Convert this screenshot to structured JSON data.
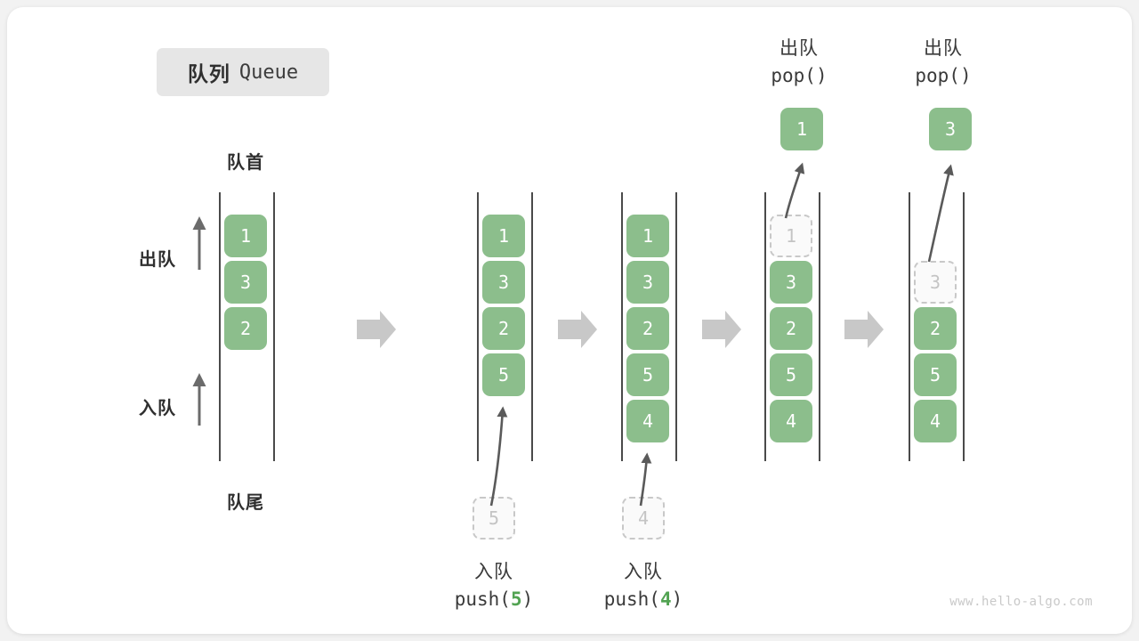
{
  "title": {
    "cn": "队列",
    "en": "Queue"
  },
  "labels": {
    "head": "队首",
    "tail": "队尾",
    "dequeue": "出队",
    "enqueue": "入队"
  },
  "colors": {
    "cell_green": "#8cbe8c",
    "ghost_border": "#c8c8c8",
    "ghost_text": "#c4c4c4",
    "rail": "#4a4a4a",
    "arrow_gray": "#c8c8c8",
    "curve_arrow": "#5a5a5a",
    "badge_bg": "#e6e6e6",
    "accent_text": "#52a352",
    "watermark": "#c9c9c9"
  },
  "columns": [
    {
      "name": "initial",
      "cells": [
        "1",
        "3",
        "2"
      ],
      "ghost": null
    },
    {
      "name": "after-push-5",
      "cells": [
        "1",
        "3",
        "2",
        "5"
      ],
      "ghost": {
        "value": "5",
        "position": "below"
      }
    },
    {
      "name": "after-push-4",
      "cells": [
        "1",
        "3",
        "2",
        "5",
        "4"
      ],
      "ghost": {
        "value": "4",
        "position": "below"
      }
    },
    {
      "name": "after-pop-1",
      "cells": [
        "3",
        "2",
        "5",
        "4"
      ],
      "ghost": {
        "value": "1",
        "position": "slot0"
      },
      "popped": "1"
    },
    {
      "name": "after-pop-3",
      "cells": [
        "2",
        "5",
        "4"
      ],
      "ghost": {
        "value": "3",
        "position": "slot1"
      },
      "popped": "3"
    }
  ],
  "operations": {
    "push5": {
      "cn": "入队",
      "code_prefix": "push(",
      "arg": "5",
      "code_suffix": ")"
    },
    "push4": {
      "cn": "入队",
      "code_prefix": "push(",
      "arg": "4",
      "code_suffix": ")"
    },
    "pop1": {
      "cn": "出队",
      "code_prefix": "pop(",
      "arg": "",
      "code_suffix": ")"
    },
    "pop2": {
      "cn": "出队",
      "code_prefix": "pop(",
      "arg": "",
      "code_suffix": ")"
    }
  },
  "watermark": "www.hello-algo.com"
}
